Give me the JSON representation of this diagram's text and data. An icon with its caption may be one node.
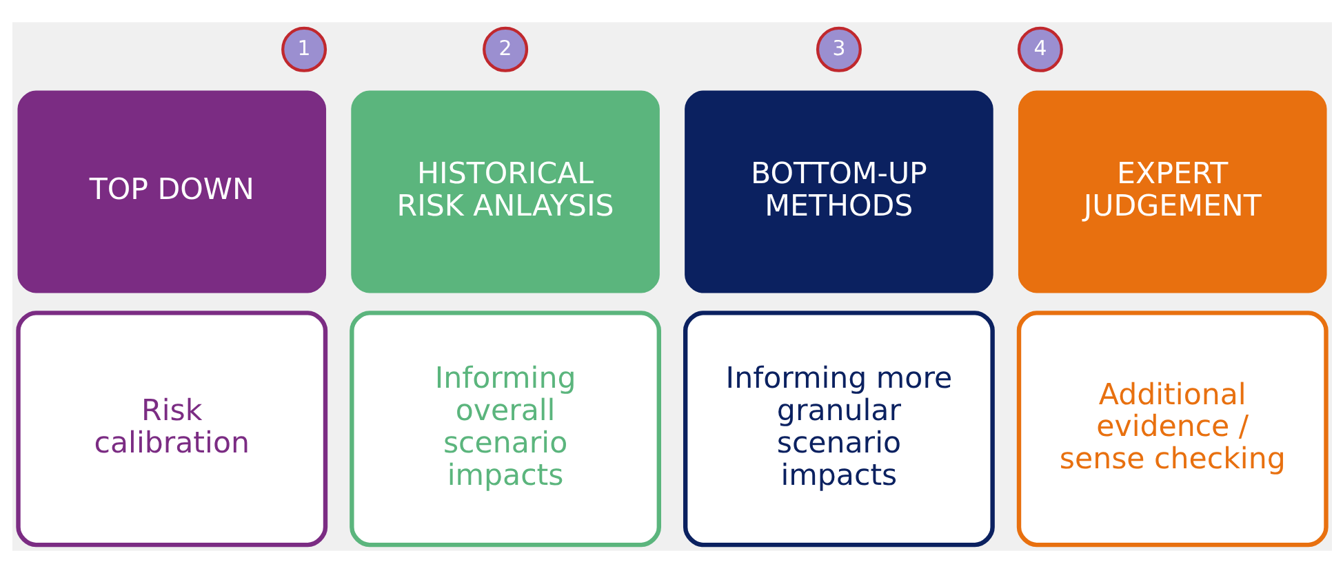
{
  "diagram": {
    "nodes": [
      {
        "text": [
          "1"
        ]
      },
      {
        "text": [
          "TOP DOWN"
        ]
      },
      {
        "text": [
          "2"
        ]
      },
      {
        "text": [
          "HISTORICAL RISK ANLAYSIS"
        ]
      },
      {
        "text": [
          "3"
        ]
      },
      {
        "text": [
          "BOTTOM-UP METHODS"
        ]
      },
      {
        "text": [
          "4"
        ]
      },
      {
        "text": [
          "EXPERT JUDGEMENT"
        ]
      },
      {
        "text": [
          "Risk calibration"
        ]
      },
      {
        "text": [
          "Informing overall scenario impacts"
        ]
      },
      {
        "text": [
          "Informing more granular scenario impacts"
        ]
      },
      {
        "text": [
          "Additional evidence / sense checking"
        ]
      }
    ]
  }
}
